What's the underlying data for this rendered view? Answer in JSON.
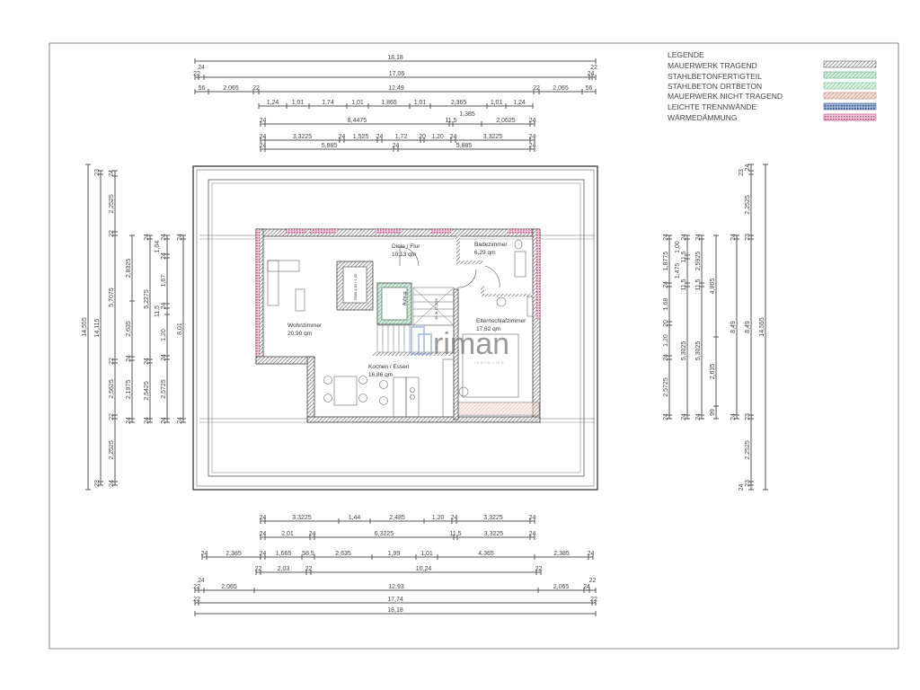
{
  "legend": {
    "title": "LEGENDE",
    "items": [
      {
        "label": "MAUERWERK TRAGEND",
        "color": "#555555"
      },
      {
        "label": "STAHLBETONFERTIGTEIL",
        "color": "#5fae82"
      },
      {
        "label": "STAHLBETON ORTBETON",
        "color": "#6fbf8a"
      },
      {
        "label": "MAUERWERK NICHT TRAGEND",
        "color": "#c08a7a"
      },
      {
        "label": "LEICHTE TRENNWÄNDE",
        "color": "#3c5a8a"
      },
      {
        "label": "WÄRMEDÄMMUNG",
        "color": "#c0507f"
      }
    ]
  },
  "rooms": {
    "diele": {
      "name": "Diele / Flur",
      "area": "10,13 qm"
    },
    "bad": {
      "name": "Badezimmer",
      "area": "6,29 qm"
    },
    "wohn": {
      "name": "Wohnzimmer",
      "area": "20,90 qm"
    },
    "eltern": {
      "name": "Elternschlafzimmer",
      "area": "17,62 qm"
    },
    "kochen": {
      "name": "Kochen / Essen",
      "area": "16,86 qm"
    },
    "aufzug": "Aufzug",
    "rwa": "RWA 1,00 * 1,00",
    "stair": "16 St 17,5/26"
  },
  "watermark": {
    "text": "riman",
    "subtext": "IMMOBILIEN"
  },
  "dimensions": {
    "top": [
      [
        "18,18"
      ],
      [
        "22",
        "24",
        "17,06",
        "24",
        "22"
      ],
      [
        "56",
        "2,065",
        "22",
        "12,49",
        "22",
        "2,065",
        "56"
      ],
      [
        "1,24",
        "1,01",
        "1,74",
        "1,01",
        "1,865",
        "1,01",
        "2,365",
        "1,01",
        "1,24"
      ],
      [
        "24",
        "8,4475",
        "11,5",
        "1,385",
        "2,0625",
        "24"
      ],
      [
        "24",
        "3,3225",
        "24",
        "1,525",
        "24",
        "1,72",
        "20",
        "1,20",
        "24",
        "3,3225",
        "24"
      ],
      [
        "24",
        "5,885",
        "24",
        "5,885",
        "24"
      ]
    ],
    "bottom": [
      [
        "24",
        "3,3225",
        "1,44",
        "2,485",
        "1,20",
        "24",
        "3,3225",
        "24"
      ],
      [
        "24",
        "2,01",
        "24",
        "6,3225",
        "11,5",
        "3,3225",
        "24"
      ],
      [
        "24",
        "2,385",
        "24",
        "1,665",
        "58,5",
        "2,635",
        "1,99",
        "1,01",
        "4,365",
        "2,385",
        "24"
      ],
      [
        "22",
        "2,03",
        "22",
        "10,24",
        "22"
      ],
      [
        "22",
        "24",
        "2,065",
        "12,93",
        "2,065",
        "24",
        "22"
      ],
      [
        "22",
        "17,74",
        "22"
      ],
      [
        "18,18"
      ]
    ],
    "left": [
      [
        "14,555"
      ],
      [
        "23",
        "14,115",
        "23"
      ],
      [
        "24",
        "2,2525",
        "22",
        "5,7075",
        "22",
        "2,5625",
        "22",
        "2,2525",
        "24"
      ],
      [
        "2,8325",
        "2,635",
        "24",
        "2,1975",
        "24"
      ],
      [
        "24",
        "5,2275",
        "24",
        "2,5425",
        "24"
      ],
      [
        "24",
        "1,04",
        "24",
        "1,67",
        "24",
        "11,5",
        "1,20",
        "24",
        "2,5725",
        "24"
      ],
      [
        "24",
        "8,01",
        "24"
      ]
    ],
    "right": [
      [
        "24",
        "1,8775",
        "24",
        "1,68",
        "20",
        "1,20",
        "24",
        "2,5725",
        "24"
      ],
      [
        "24",
        "1,00",
        "11,5",
        "1,475",
        "11,5",
        "5,3025",
        "24"
      ],
      [
        "24",
        "2,5925",
        "11,5",
        "5,3025",
        "24"
      ],
      [
        "4,865",
        "2,635",
        "99"
      ],
      [
        "24",
        "8,49",
        "24"
      ],
      [
        "24",
        "23",
        "2,2525",
        "23",
        "8,49",
        "23",
        "2,2525",
        "23",
        "24"
      ],
      [
        "14,555"
      ]
    ]
  }
}
